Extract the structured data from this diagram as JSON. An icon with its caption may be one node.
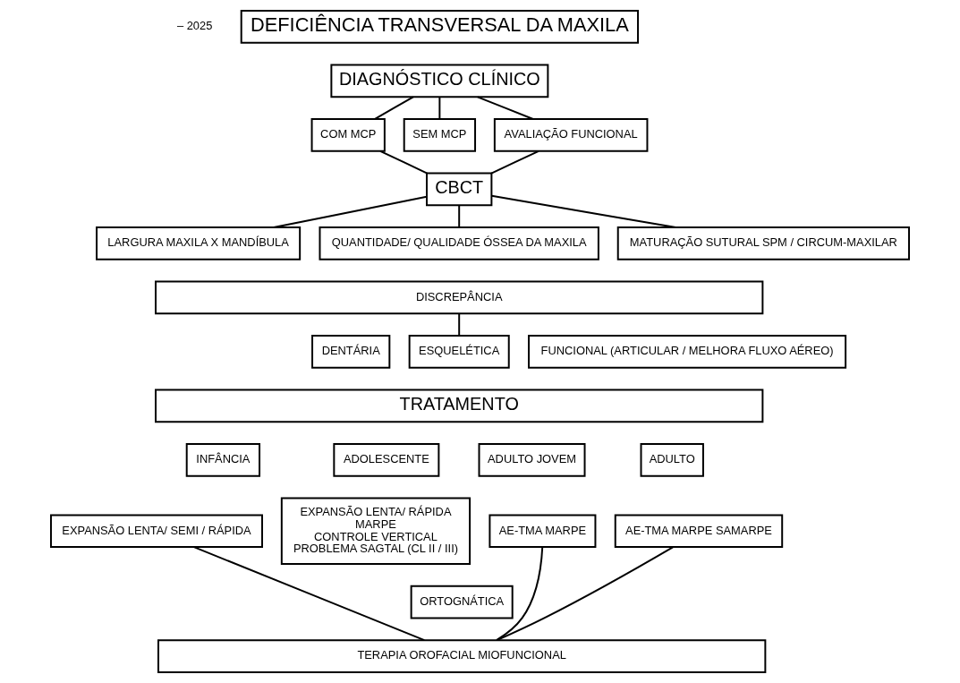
{
  "diagram": {
    "nodes": [
      {
        "text": [
          "DEFICIÊNCIA TRANSVERSAL DA MAXILA"
        ]
      },
      {
        "text": [
          "DIAGNÓSTICO CLÍNICO"
        ]
      },
      {
        "text": [
          "COM MCP"
        ]
      },
      {
        "text": [
          "SEM MCP"
        ]
      },
      {
        "text": [
          "AVALIAÇÃO FUNCIONAL"
        ]
      },
      {
        "text": [
          "CBCT"
        ]
      },
      {
        "text": [
          "LARGURA MAXILA X MANDÍBULA"
        ]
      },
      {
        "text": [
          "QUANTIDADE/ QUALIDADE ÓSSEA DA MAXILA"
        ]
      },
      {
        "text": [
          "MATURAÇÃO SUTURAL SPM / CIRCUM-MAXILAR"
        ]
      },
      {
        "text": [
          "DISCREPÂNCIA"
        ]
      },
      {
        "text": [
          "DENTÁRIA"
        ]
      },
      {
        "text": [
          "ESQUELÉTICA"
        ]
      },
      {
        "text": [
          "FUNCIONAL (ARTICULAR / MELHORA FLUXO AÉREO)"
        ]
      },
      {
        "text": [
          "TRATAMENTO"
        ]
      },
      {
        "text": [
          "INFÂNCIA"
        ]
      },
      {
        "text": [
          "EXPANSÃO LENTA/ SEMI / RÁPIDA"
        ]
      },
      {
        "text": [
          "ADOLESCENTE"
        ]
      },
      {
        "text": [
          "EXPANSÃO LENTA/ RÁPIDA",
          "MARPE",
          "CONTROLE VERTICAL",
          "PROBLEMA SAGTAL (CL II / III)"
        ]
      },
      {
        "text": [
          "ADULTO JOVEM"
        ]
      },
      {
        "text": [
          "AE-TMA MARPE"
        ]
      },
      {
        "text": [
          "ORTOGNÁTICA"
        ]
      },
      {
        "text": [
          "ADULTO"
        ]
      },
      {
        "text": [
          "AE-TMA MARPE SAMARPE"
        ]
      },
      {
        "text": [
          "TERAPIA OROFACIAL MIOFUNCIONAL"
        ]
      }
    ],
    "edges": [
      {
        "from": 1,
        "to": 2,
        "arrow": "none"
      },
      {
        "from": 1,
        "to": 3,
        "arrow": "none"
      },
      {
        "from": 1,
        "to": 4,
        "arrow": "none"
      },
      {
        "from": 2,
        "to": 5,
        "arrow": "none"
      },
      {
        "from": 4,
        "to": 5,
        "arrow": "none"
      },
      {
        "from": 5,
        "to": 6,
        "arrow": "none"
      },
      {
        "from": 5,
        "to": 7,
        "arrow": "none"
      },
      {
        "from": 5,
        "to": 8,
        "arrow": "none"
      },
      {
        "from": 9,
        "to": 11,
        "arrow": "none"
      },
      {
        "from": 15,
        "to": 23,
        "arrow": "none"
      },
      {
        "from": 19,
        "to": 23,
        "arrow": "none"
      },
      {
        "from": 22,
        "to": 23,
        "arrow": "none"
      }
    ],
    "labels": [
      "– 2025"
    ]
  }
}
